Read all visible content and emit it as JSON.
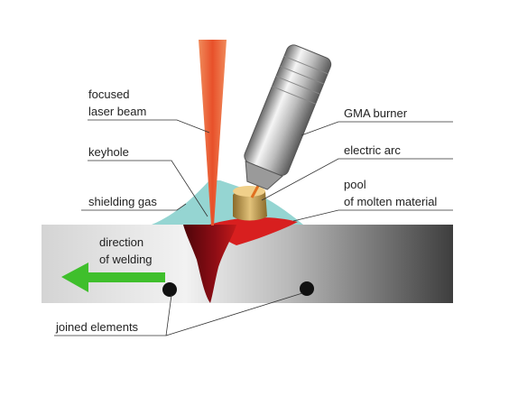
{
  "labels": {
    "focused_laser_beam": [
      "focused",
      "laser beam"
    ],
    "keyhole": "keyhole",
    "shielding_gas": "shielding gas",
    "gma_burner": "GMA burner",
    "electric_arc": "electric arc",
    "pool_of_molten_material": [
      "pool",
      "of molten material"
    ],
    "direction_of_welding": [
      "direction",
      "of welding"
    ],
    "joined_elements": "joined elements"
  },
  "colors": {
    "laser": "#e8502a",
    "keyhole": "#7a0a12",
    "molten_pool": "#d81f1f",
    "shielding_gas": "#8fd3d0",
    "arrow": "#3fbf2c",
    "arc": "#c9a24a"
  }
}
